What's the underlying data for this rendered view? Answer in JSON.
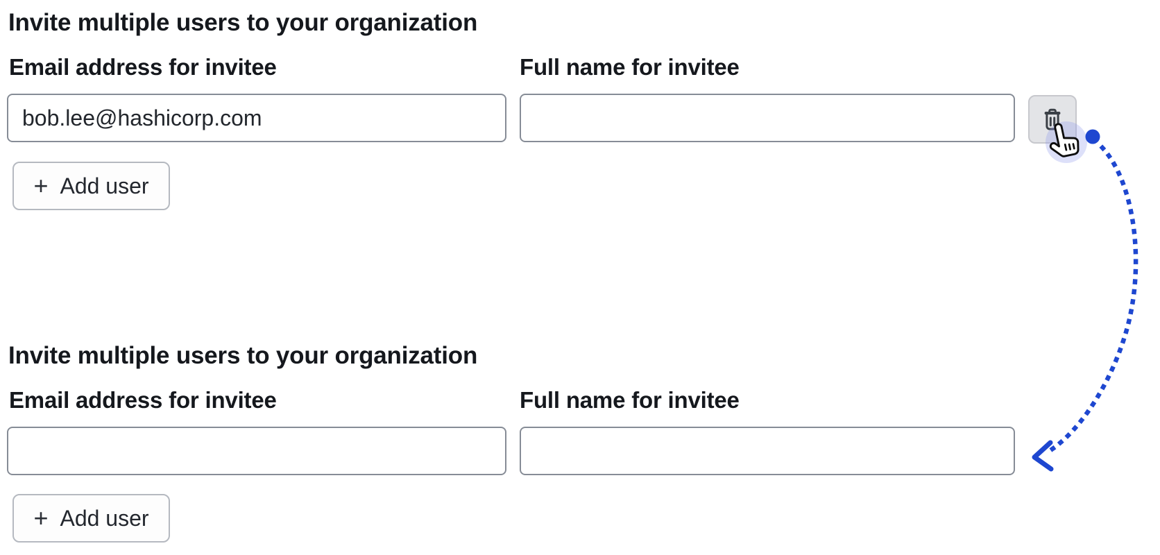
{
  "colors": {
    "accent_blue": "#1e47d0",
    "delete_button_bg": "#e3e4e7",
    "input_border": "#868c96"
  },
  "sections": [
    {
      "heading": "Invite multiple users to your organization",
      "fields": [
        {
          "label": "Email address for invitee",
          "value": "bob.lee@hashicorp.com"
        },
        {
          "label": "Full name for invitee",
          "value": ""
        }
      ],
      "add_user": {
        "plus": "+",
        "label": "Add user"
      },
      "delete_button": {
        "icon": "trash-icon"
      }
    },
    {
      "heading": "Invite multiple users to your organization",
      "fields": [
        {
          "label": "Email address for invitee",
          "value": ""
        },
        {
          "label": "Full name for invitee",
          "value": ""
        }
      ],
      "add_user": {
        "plus": "+",
        "label": "Add user"
      }
    }
  ],
  "annotation": {
    "start_marker": "blue-dot",
    "arrow_style": "dotted-curved-arrow-pointing-left",
    "cursor": "hand-pointer-cursor",
    "cursor_target": "delete-row-button"
  }
}
